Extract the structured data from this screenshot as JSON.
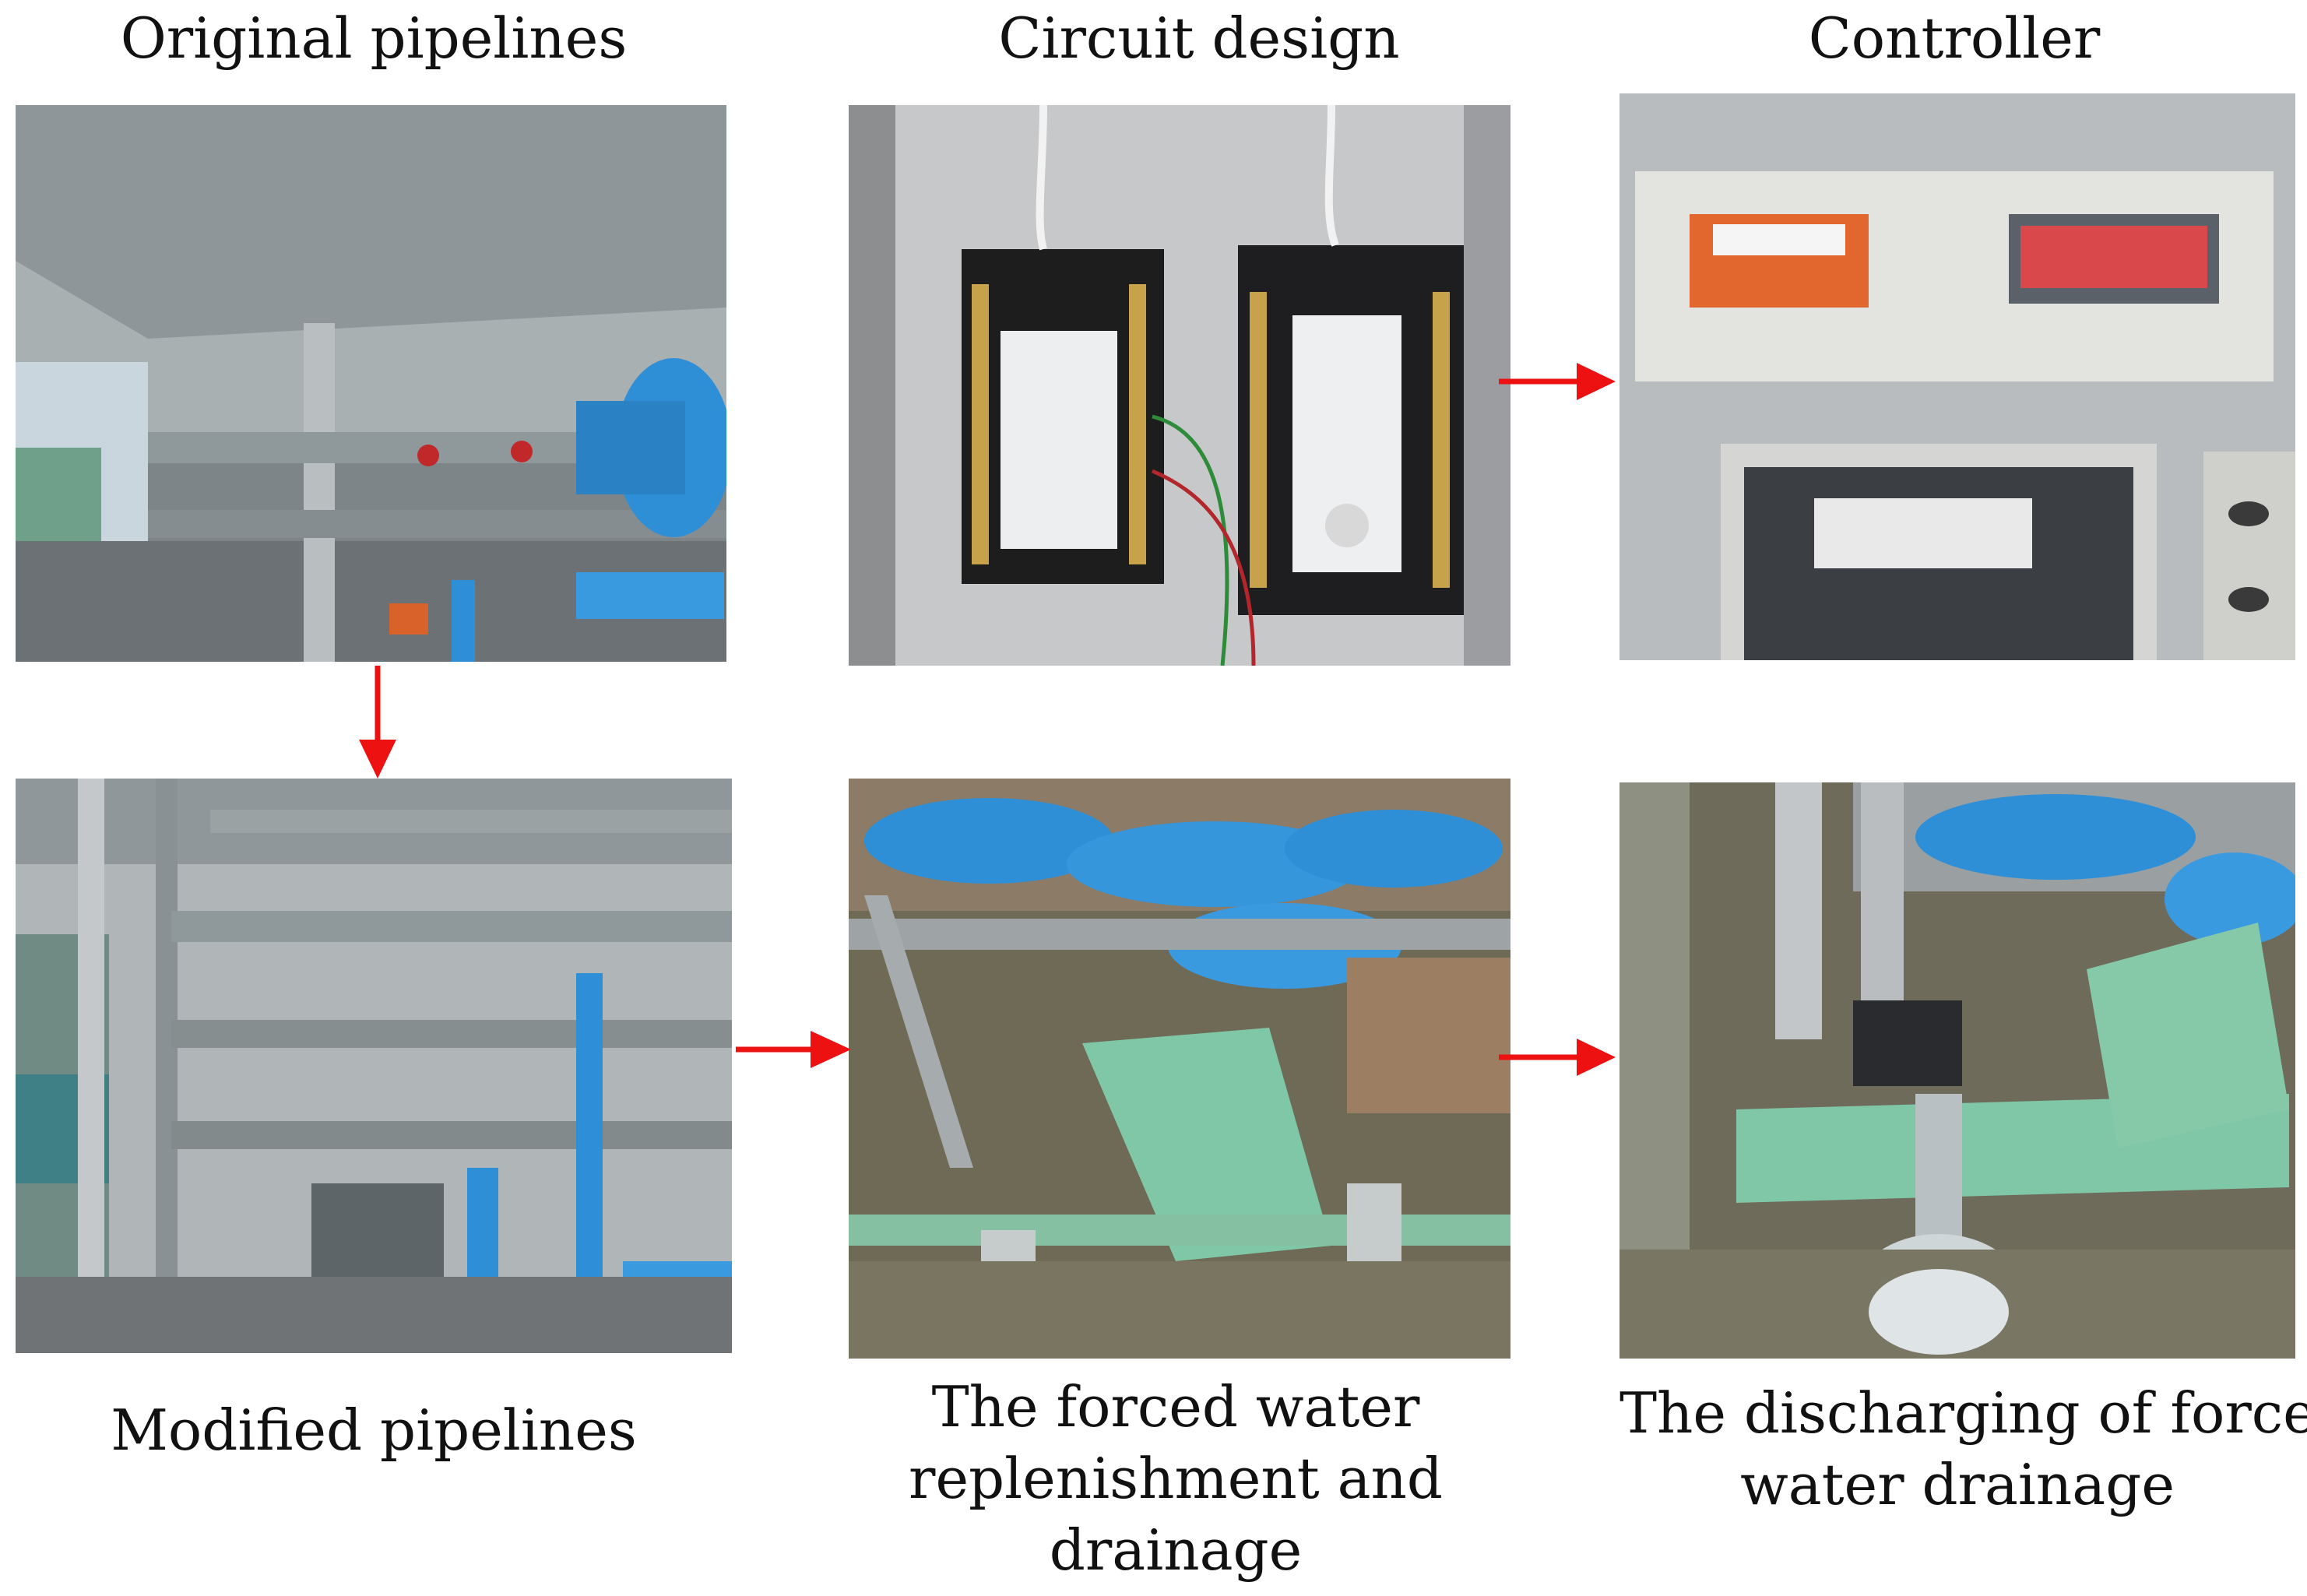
{
  "labels": {
    "original": "Original pipelines",
    "circuit": "Circuit design",
    "controller": "Controller",
    "modified": "Modified pipelines",
    "forced_line1": "The forced water",
    "forced_line2": "replenishment and",
    "forced_line3": "drainage",
    "discharge_line1": "The discharging of forced",
    "discharge_line2": "water drainage"
  },
  "photos": [
    {
      "name": "original-pipelines-photo",
      "subject": "overhead steel frame with blue and grey pipes"
    },
    {
      "name": "circuit-design-photo",
      "subject": "two black terminal relay controllers with wiring"
    },
    {
      "name": "controller-photo",
      "subject": "control cabinet with two digital displays"
    },
    {
      "name": "modified-pipelines-photo",
      "subject": "grey and blue vertical pipelines under rack"
    },
    {
      "name": "forced-water-photo",
      "subject": "blue pipes over green cable tray on ground"
    },
    {
      "name": "discharge-photo",
      "subject": "grey pipe discharging water onto ground"
    }
  ],
  "colors": {
    "arrow": "#ee1111",
    "pipe_blue": "#2f8fd6",
    "steel_grey": "#9aa3a8",
    "tray_green": "#7fc7a6"
  }
}
